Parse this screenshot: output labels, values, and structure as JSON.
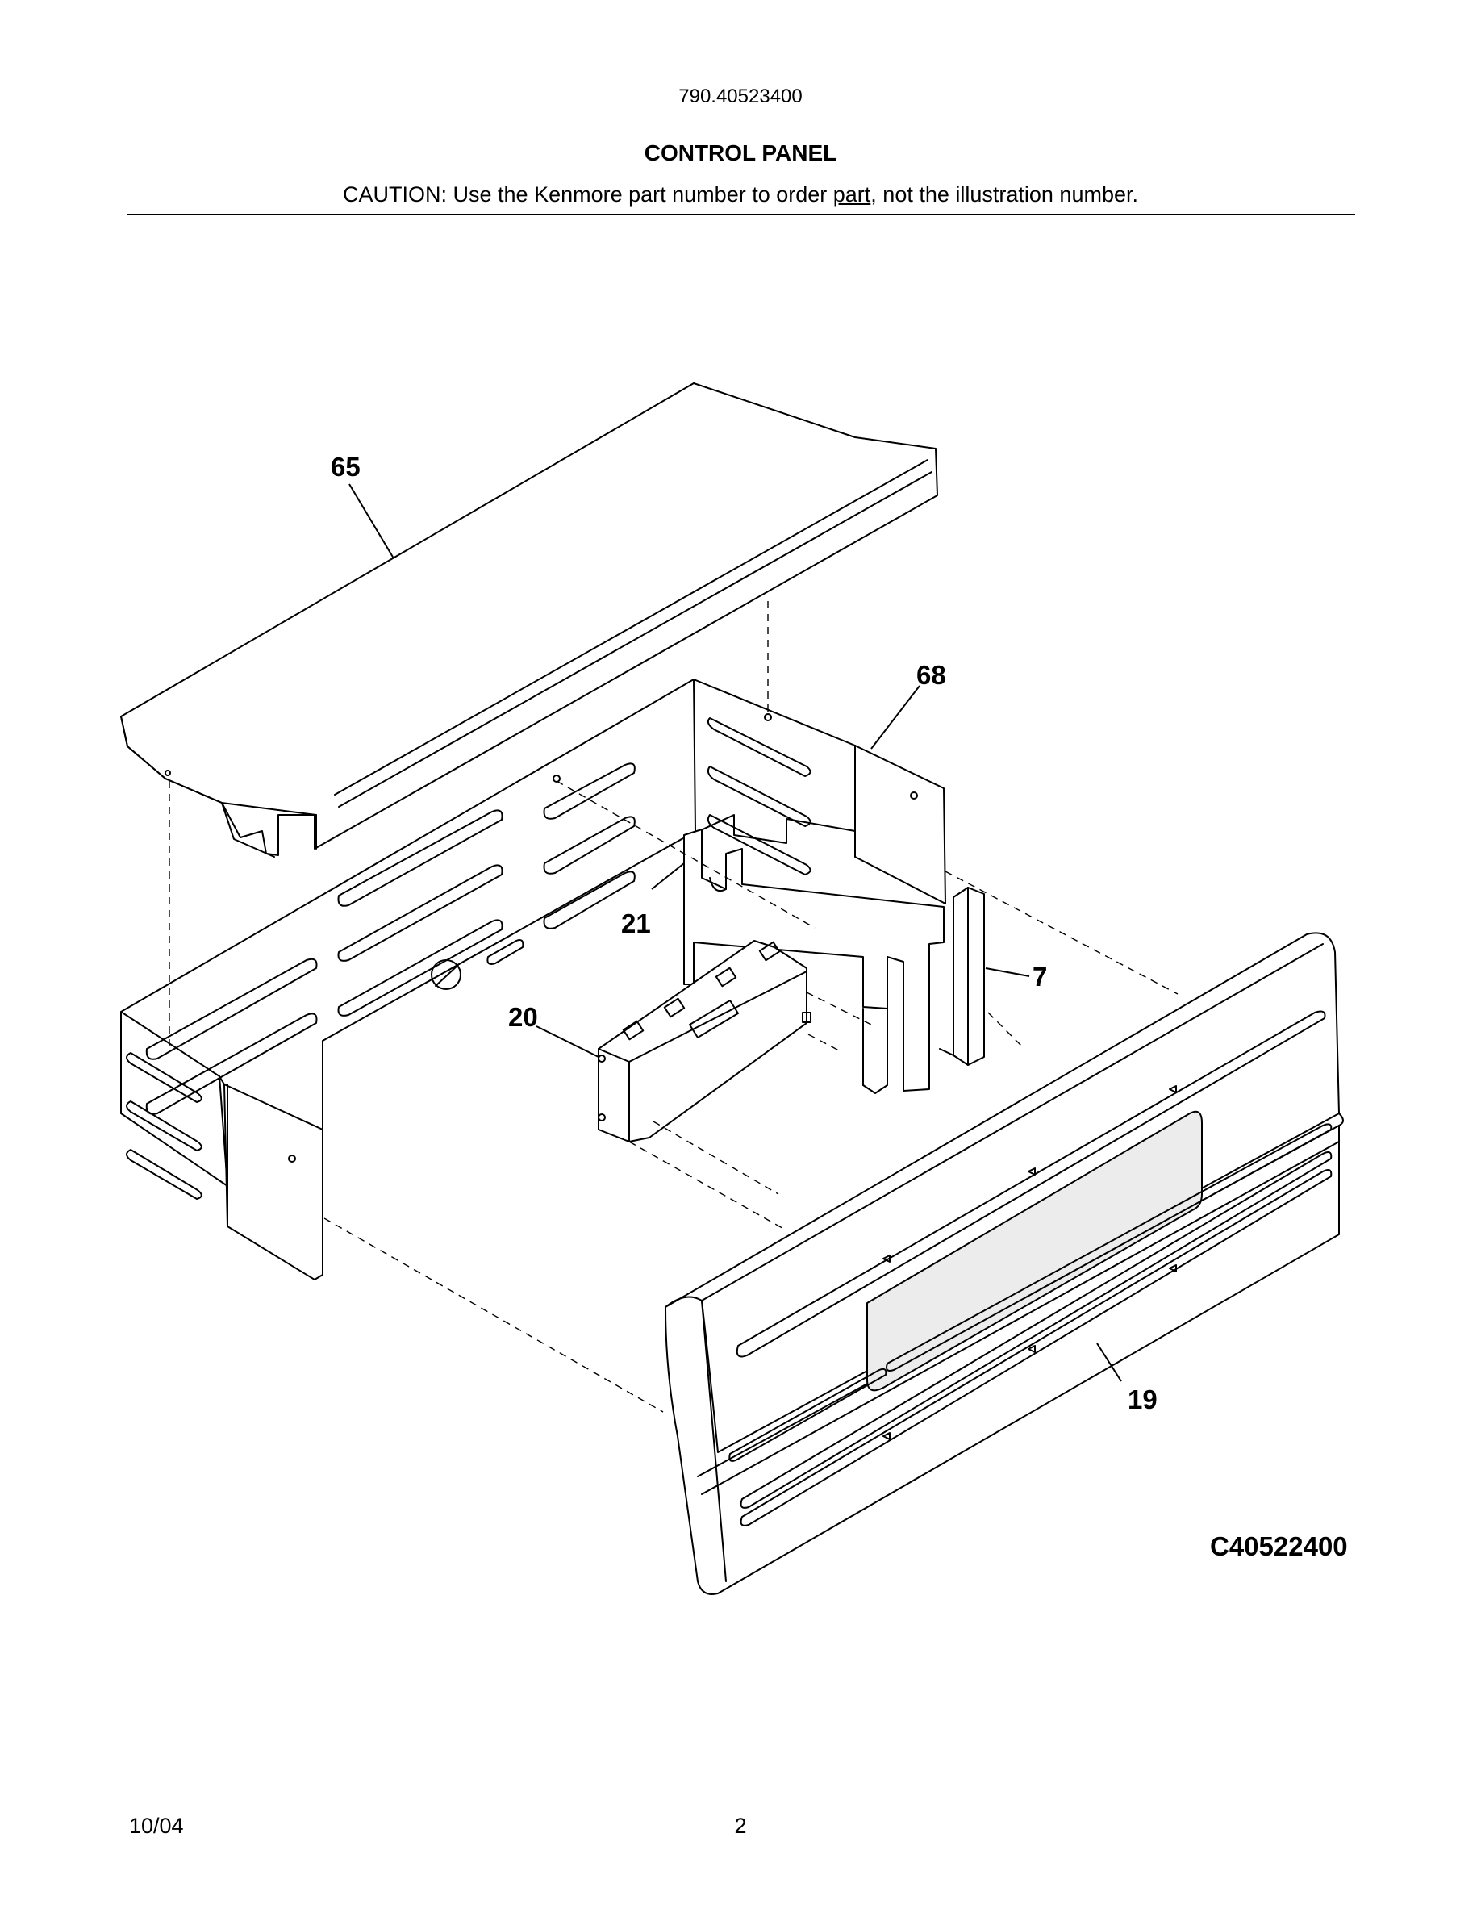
{
  "header": {
    "model_number": "790.40523400",
    "title": "CONTROL PANEL",
    "caution_prefix": "CAUTION: Use the Kenmore part number to order ",
    "caution_underlined": "part",
    "caution_suffix": ", not the illustration number."
  },
  "diagram": {
    "callouts": {
      "p65": "65",
      "p68": "68",
      "p21": "21",
      "p7": "7",
      "p20": "20",
      "p19": "19"
    },
    "illustration_code": "C40522400"
  },
  "footer": {
    "date": "10/04",
    "page": "2"
  }
}
